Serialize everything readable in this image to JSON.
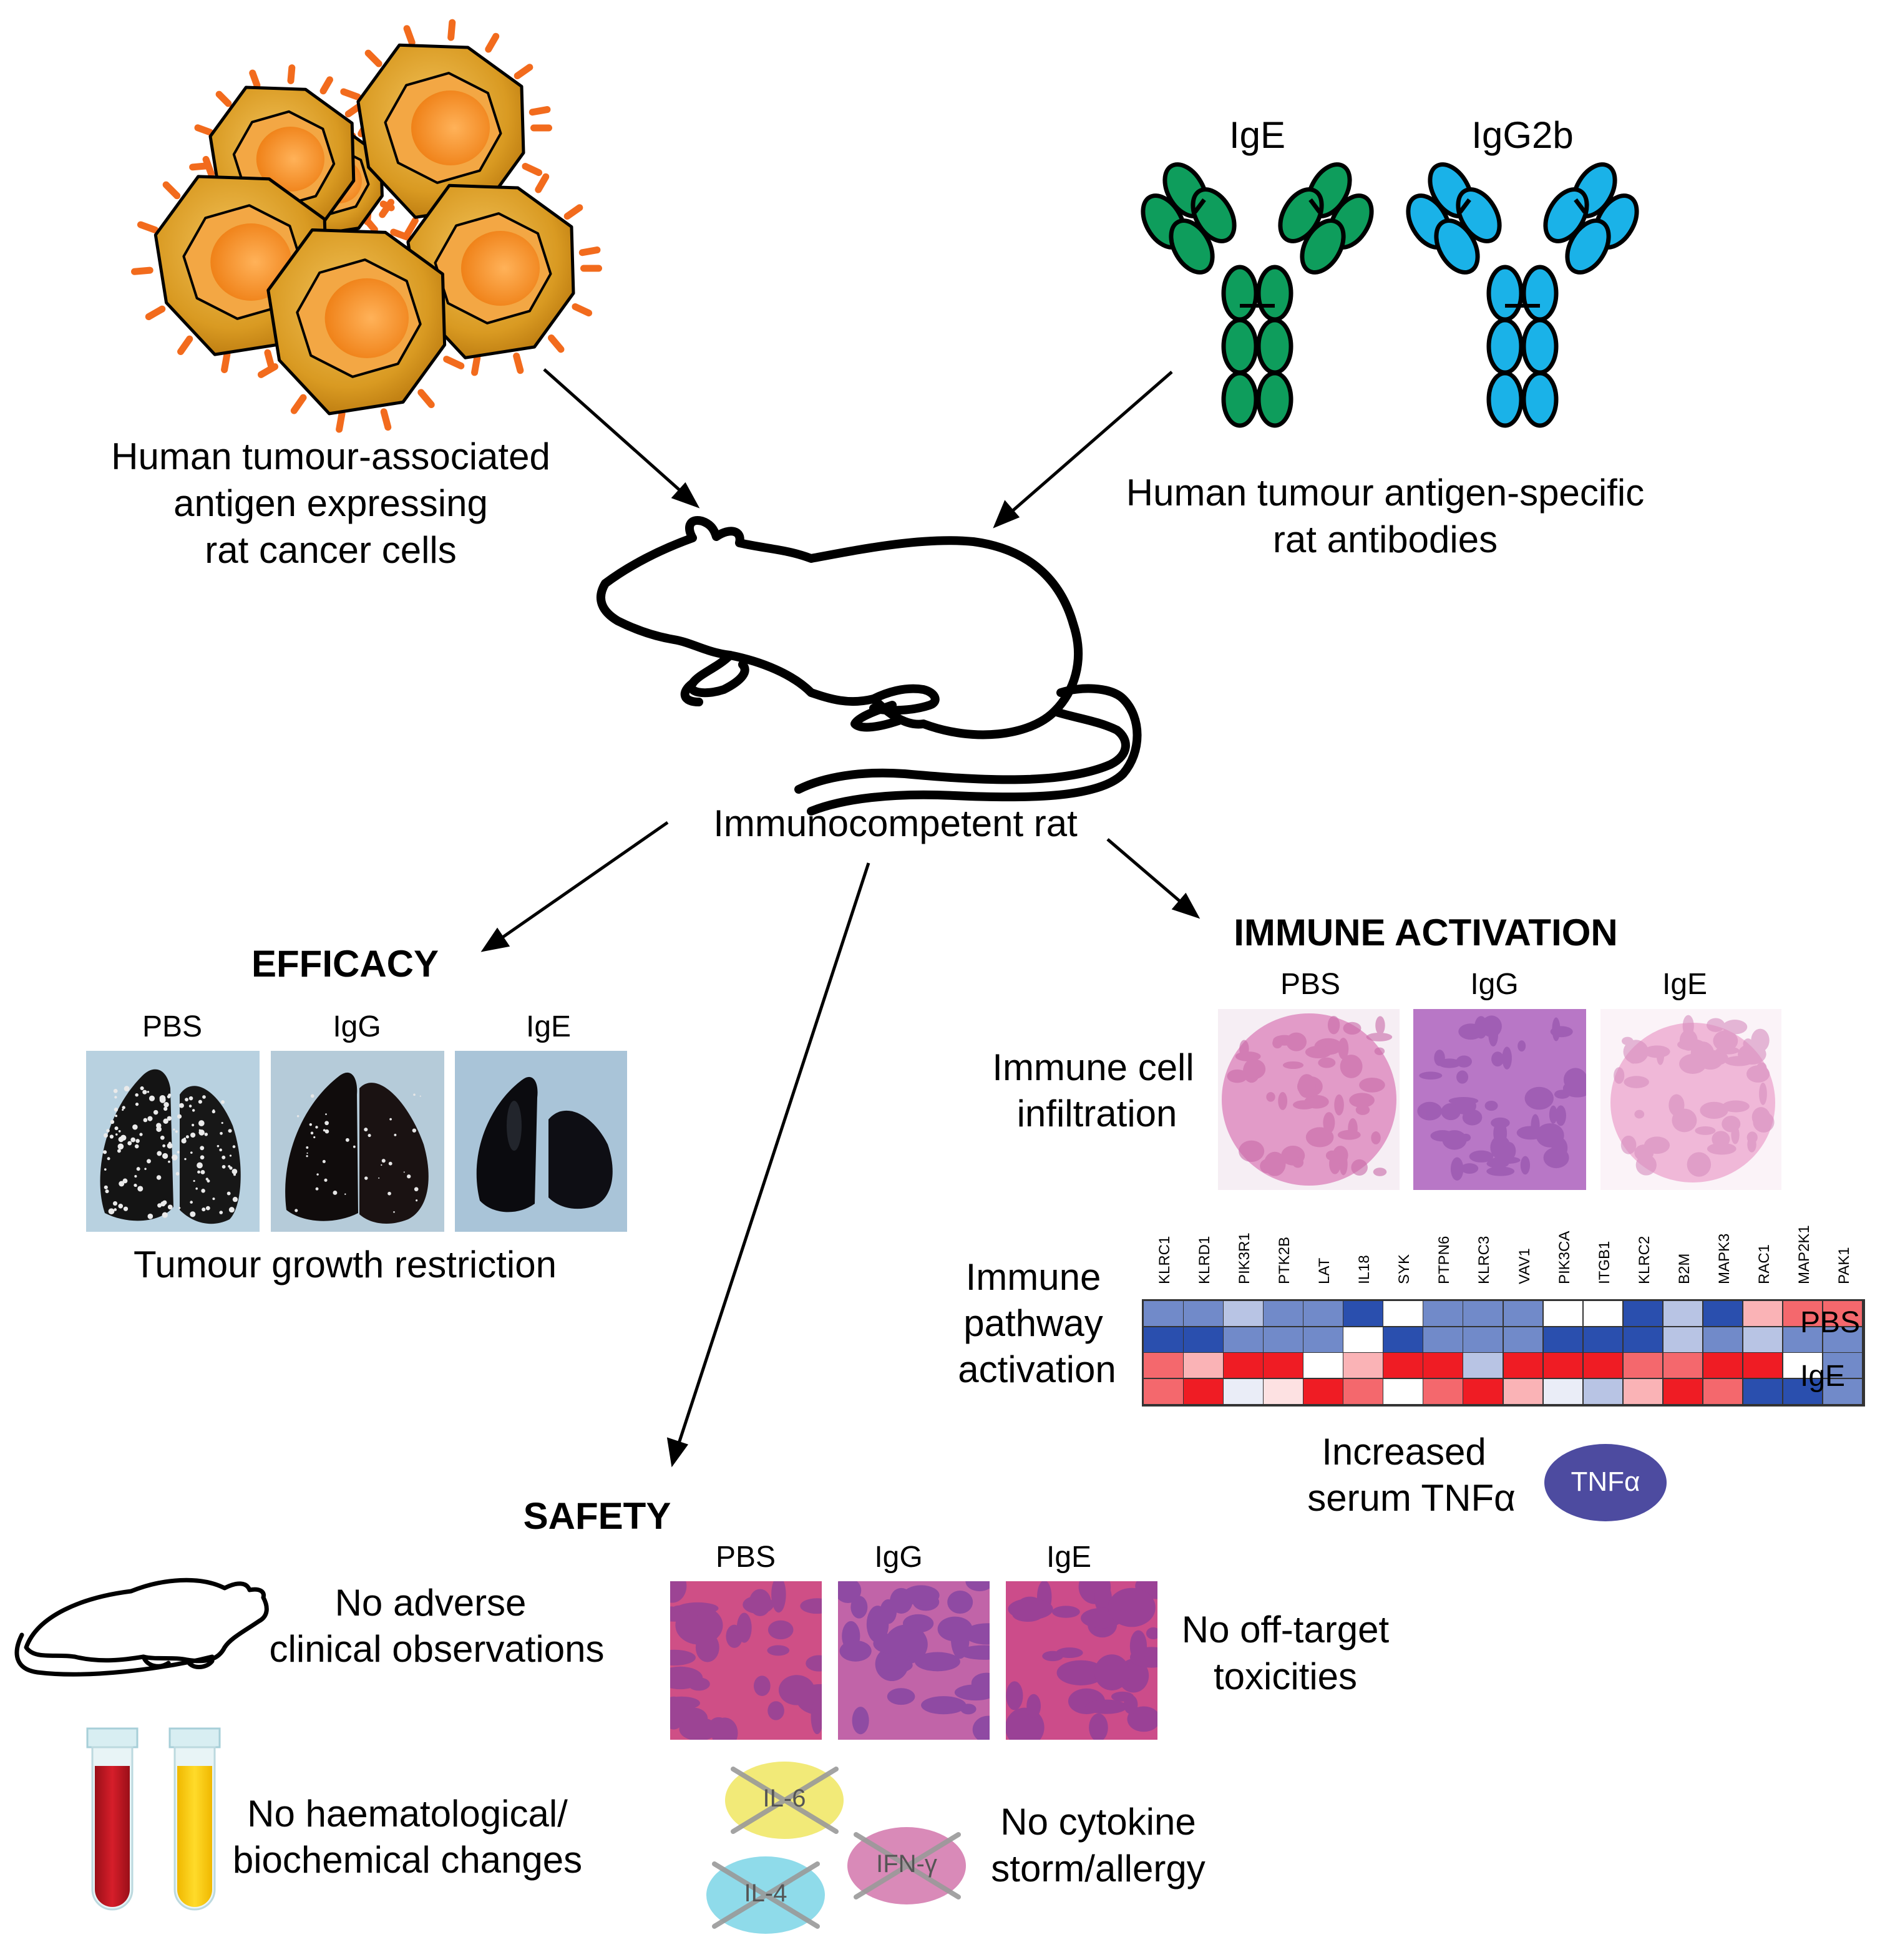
{
  "top": {
    "cells_label": [
      "Human tumour-associated",
      "antigen expressing",
      "rat cancer cells"
    ],
    "antibody_ige": "IgE",
    "antibody_igg2b": "IgG2b",
    "antibodies_label": [
      "Human tumour antigen-specific",
      "rat antibodies"
    ],
    "rat_label": "Immunocompetent rat"
  },
  "efficacy": {
    "heading": "EFFICACY",
    "groups": [
      "PBS",
      "IgG",
      "IgE"
    ],
    "caption": "Tumour growth restriction"
  },
  "immune": {
    "heading": "IMMUNE ACTIVATION",
    "groups": [
      "PBS",
      "IgG",
      "IgE"
    ],
    "infiltration_label": [
      "Immune cell",
      "infiltration"
    ],
    "pathway_label": [
      "Immune",
      "pathway",
      "activation"
    ],
    "genes": [
      "KLRC1",
      "KLRD1",
      "PIK3R1",
      "PTK2B",
      "LAT",
      "IL18",
      "SYK",
      "PTPN6",
      "KLRC3",
      "VAV1",
      "PIK3CA",
      "ITGB1",
      "KLRC2",
      "B2M",
      "MAPK3",
      "RAC1",
      "MAP2K1",
      "PAK1"
    ],
    "row_groups": [
      "PBS",
      "IgE"
    ],
    "heatmap": [
      [
        -2,
        -2,
        -1,
        -2,
        -2,
        -3,
        0,
        -2,
        -2,
        -2,
        0,
        0,
        -3,
        -1,
        -3,
        1,
        2,
        2
      ],
      [
        -3,
        -3,
        -2,
        -2,
        -2,
        0,
        -3,
        -2,
        -2,
        -2,
        -3,
        -3,
        -3,
        -1,
        -2,
        -1,
        -2,
        -2
      ],
      [
        2,
        1,
        3,
        3,
        0,
        1,
        3,
        3,
        -1,
        3,
        3,
        3,
        2,
        2,
        3,
        3,
        0,
        -2
      ],
      [
        2,
        3,
        -0.3,
        0.4,
        3,
        2,
        0,
        2,
        3,
        1,
        -0.3,
        -1,
        1,
        3,
        2,
        -3,
        -4,
        -2
      ]
    ],
    "serum_label": [
      "Increased",
      "serum TNFα"
    ],
    "tnf_badge": "TNFα",
    "colors": {
      "tnf": "#4d4ba0",
      "neg": "#2a4fae",
      "pos": "#ef1c24"
    }
  },
  "safety": {
    "heading": "SAFETY",
    "groups": [
      "PBS",
      "IgG",
      "IgE"
    ],
    "clinical_label": [
      "No adverse",
      "clinical observations"
    ],
    "offtarget_label": [
      "No off-target",
      "toxicities"
    ],
    "blood_label": [
      "No haematological/",
      "biochemical changes"
    ],
    "cytokines": [
      "IL-6",
      "IL-4",
      "IFN-γ"
    ],
    "cytokine_label": [
      "No cytokine",
      "storm/allergy"
    ],
    "colors": {
      "il6": "#f2ea78",
      "il4": "#8fdbea",
      "ifn": "#d98ab8",
      "blood": "#c0141f",
      "serum": "#f9d000"
    }
  }
}
